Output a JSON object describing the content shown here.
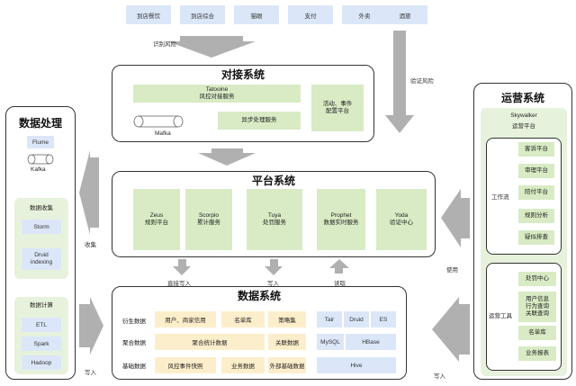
{
  "top_sources": [
    "到店餐饮",
    "到店综合",
    "猫眼",
    "支付",
    "外卖",
    "酒旅"
  ],
  "arrow_labels": {
    "identify_risk": "识别风险",
    "verify_risk": "验证风险",
    "collect": "收集",
    "write_left": "写入",
    "use": "使用",
    "write_right": "写入",
    "direct_write": "直接写入",
    "write_mid": "写入",
    "read": "读取"
  },
  "docking": {
    "title": "对接系统",
    "tatooine": [
      "Tatooine",
      "风控对接服务"
    ],
    "async": "异步处理服务",
    "mafka": "Mafka",
    "activity": [
      "活动、事件",
      "配置平台"
    ]
  },
  "platform": {
    "title": "平台系统",
    "items": [
      [
        "Zeus",
        "规则平台"
      ],
      [
        "Scorpio",
        "累计服务"
      ],
      [
        "Tuya",
        "处罚服务"
      ],
      [
        "Prophet",
        "数据实时服务"
      ],
      [
        "Yoda",
        "验证中心"
      ]
    ]
  },
  "data_system": {
    "title": "数据系统",
    "row_labels": [
      "衍生数据",
      "聚合数据",
      "基础数据"
    ],
    "row1": [
      "用户、商家信用",
      "名单库",
      "策略集"
    ],
    "row2": [
      "聚合统计数据",
      "关联数据"
    ],
    "row3": [
      "风控事件快照",
      "业务数据",
      "外部基础数据"
    ],
    "stores": [
      "Tair",
      "Druid",
      "ES",
      "MySQL",
      "HBase",
      "Hive"
    ]
  },
  "data_processing": {
    "title": "数据处理",
    "flume": "Flume",
    "kafka": "Kafka",
    "collect_title": "数据收集",
    "collect_items": [
      "Storm",
      "Druid\nindexing"
    ],
    "compute_title": "数据计算",
    "compute_items": [
      "ETL",
      "Spark",
      "Hadoop"
    ]
  },
  "ops": {
    "title": "运营系统",
    "skywalker": [
      "Skywalker",
      "运营平台"
    ],
    "workflow_label": "工作流",
    "workflow_items": [
      "客诉平台",
      "审理平台",
      "陪付平台",
      "规则分析",
      "疑似排查"
    ],
    "tools_label": "运营工具",
    "tools_items": [
      "处罚中心",
      "用户信息\n行为查询\n关联查询",
      "名单库",
      "业务报表"
    ]
  }
}
